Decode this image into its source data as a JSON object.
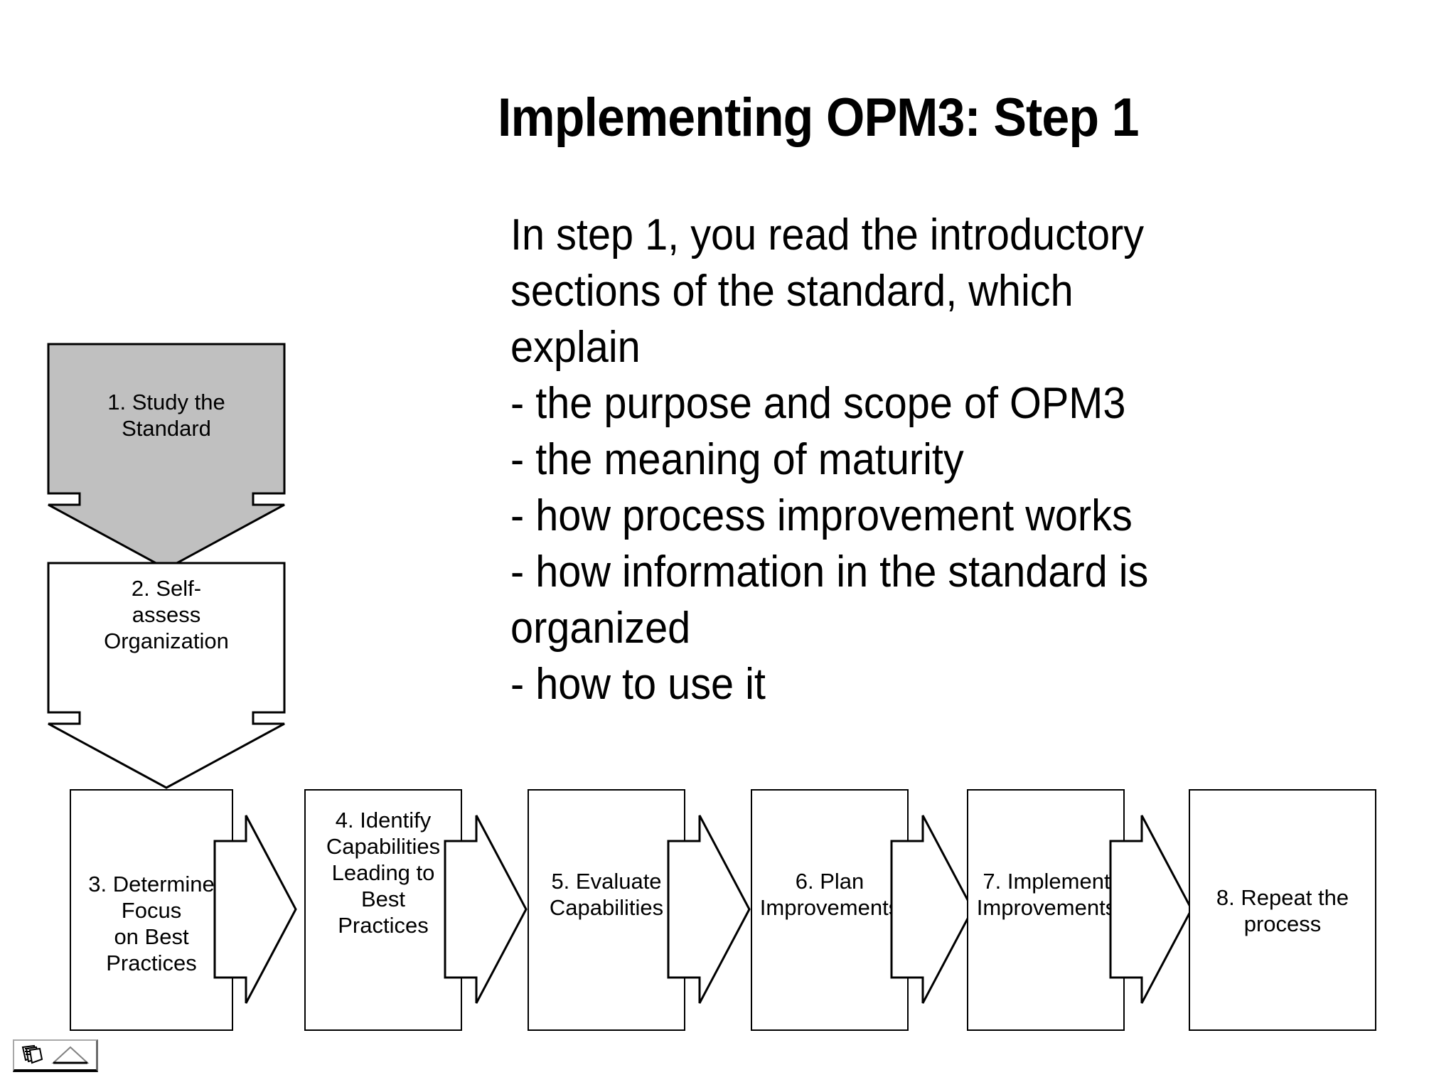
{
  "slide": {
    "title": "Implementing OPM3: Step 1",
    "body_lines": [
      "In step 1, you read the introductory",
      "sections of the standard, which",
      "explain",
      "- the purpose and scope of OPM3",
      "- the meaning of maturity",
      "- how process improvement works",
      "- how information in the standard is",
      "organized",
      "- how to use it"
    ]
  },
  "flowchart": {
    "steps": [
      {
        "id": 1,
        "label": "1. Study the\nStandard",
        "shape": "down-arrow",
        "fill": "#c0c0c0"
      },
      {
        "id": 2,
        "label": "2. Self-\nassess\nOrganization",
        "shape": "down-arrow",
        "fill": "#ffffff"
      },
      {
        "id": 3,
        "label": "3. Determine\nFocus\non Best\nPractices",
        "shape": "rect",
        "fill": "#ffffff"
      },
      {
        "id": 4,
        "label": "4. Identify\nCapabilities\nLeading to\nBest\nPractices",
        "shape": "rect",
        "fill": "#ffffff"
      },
      {
        "id": 5,
        "label": "5. Evaluate\nCapabilities",
        "shape": "rect",
        "fill": "#ffffff"
      },
      {
        "id": 6,
        "label": "6. Plan\nImprovements",
        "shape": "rect",
        "fill": "#ffffff"
      },
      {
        "id": 7,
        "label": "7. Implement\nImprovements",
        "shape": "rect",
        "fill": "#ffffff"
      },
      {
        "id": 8,
        "label": "8. Repeat the\nprocess",
        "shape": "rect",
        "fill": "#ffffff"
      }
    ],
    "connectors": [
      {
        "from": 1,
        "to": 2,
        "direction": "down"
      },
      {
        "from": 2,
        "to": 3,
        "direction": "down"
      },
      {
        "from": 3,
        "to": 4,
        "direction": "right"
      },
      {
        "from": 4,
        "to": 5,
        "direction": "right"
      },
      {
        "from": 5,
        "to": 6,
        "direction": "right"
      },
      {
        "from": 6,
        "to": 7,
        "direction": "right"
      },
      {
        "from": 7,
        "to": 8,
        "direction": "right"
      }
    ]
  },
  "toolbar": {
    "slides_icon": "slides-icon",
    "play_icon": "play-triangle-icon"
  },
  "colors": {
    "background": "#ffffff",
    "text": "#000000",
    "shape_outline": "#000000",
    "highlight_fill": "#c0c0c0",
    "plain_fill": "#ffffff"
  }
}
